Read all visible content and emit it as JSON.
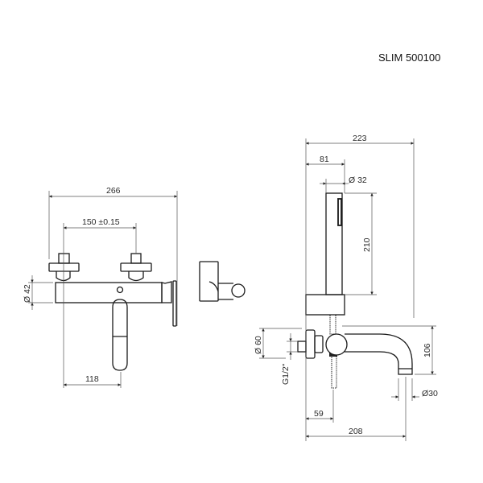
{
  "title": "SLIM 500100",
  "front_view": {
    "overall_width": "266",
    "inlet_spacing": "150 ±0.15",
    "body_diameter": "Ø 42",
    "spout_offset": "118"
  },
  "side_view": {
    "overall_depth": "223",
    "shower_offset": "81",
    "handshower_diameter": "Ø 32",
    "handshower_length": "210",
    "flange_diameter": "Ø 60",
    "thread": "G1/2\"",
    "hose_offset": "59",
    "spout_height": "106",
    "spout_diameter": "Ø30",
    "spout_reach": "208"
  }
}
